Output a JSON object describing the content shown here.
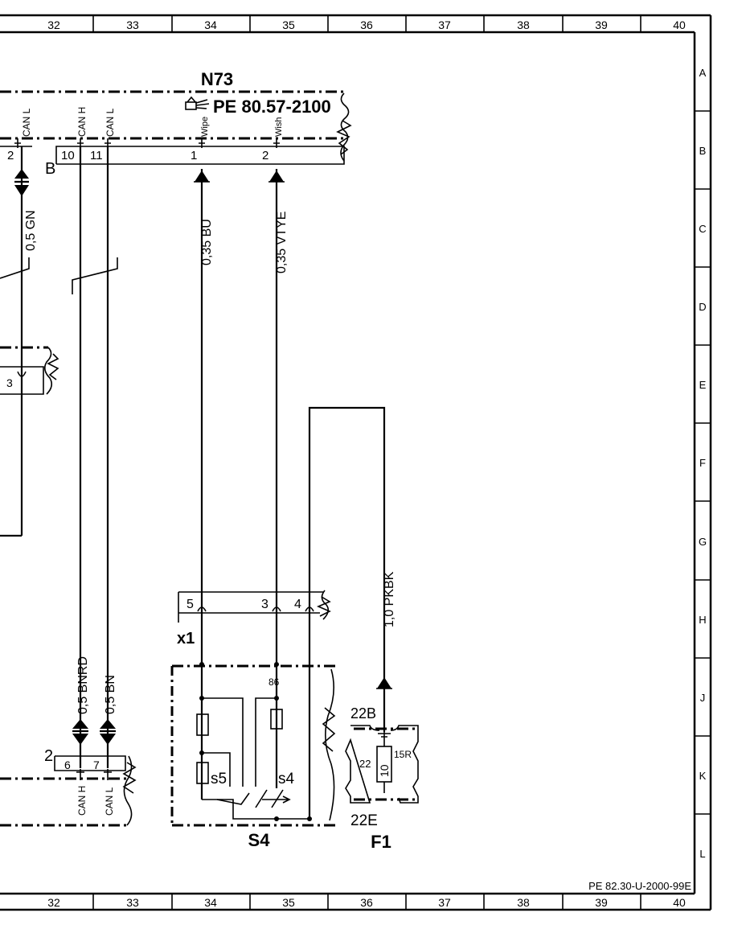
{
  "border": {
    "columns": [
      "32",
      "33",
      "34",
      "35",
      "36",
      "37",
      "38",
      "39",
      "40"
    ],
    "rows": [
      "A",
      "B",
      "C",
      "D",
      "E",
      "F",
      "G",
      "H",
      "J",
      "K",
      "L"
    ]
  },
  "components": {
    "n73": {
      "name": "N73",
      "ref": "PE 80.57-2100",
      "pins": [
        {
          "num": "2",
          "signal": "CAN L"
        },
        {
          "num": "10",
          "signal": "CAN H"
        },
        {
          "num": "11",
          "signal": "CAN L"
        },
        {
          "num": "1",
          "signal": "Wipe"
        },
        {
          "num": "2",
          "signal": "Wish"
        }
      ],
      "connector": "B"
    },
    "e_connector": {
      "pin": "3"
    },
    "x1": {
      "name": "x1",
      "pins": [
        "5",
        "3",
        "4"
      ]
    },
    "s4": {
      "name": "S4",
      "pin_label": "86",
      "switch_a": "s5",
      "switch_b": "s4"
    },
    "f1": {
      "name": "F1",
      "top": "22B",
      "bottom": "22E",
      "left": "22",
      "fuse": "10",
      "right": "15R"
    },
    "bottom_connector": {
      "name": "2",
      "pins": [
        {
          "num": "6",
          "signal": "CAN H"
        },
        {
          "num": "7",
          "signal": "CAN L"
        }
      ]
    }
  },
  "wires": {
    "gn": "0,5 GN",
    "bu": "0,35 BU",
    "vtye": "0,35 VTYE",
    "pkbk": "1,0 PKBK",
    "bnrd": "0,5 BNRD",
    "bn": "0,5 BN"
  },
  "footer": {
    "doc_id": "PE 82.30-U-2000-99E"
  }
}
